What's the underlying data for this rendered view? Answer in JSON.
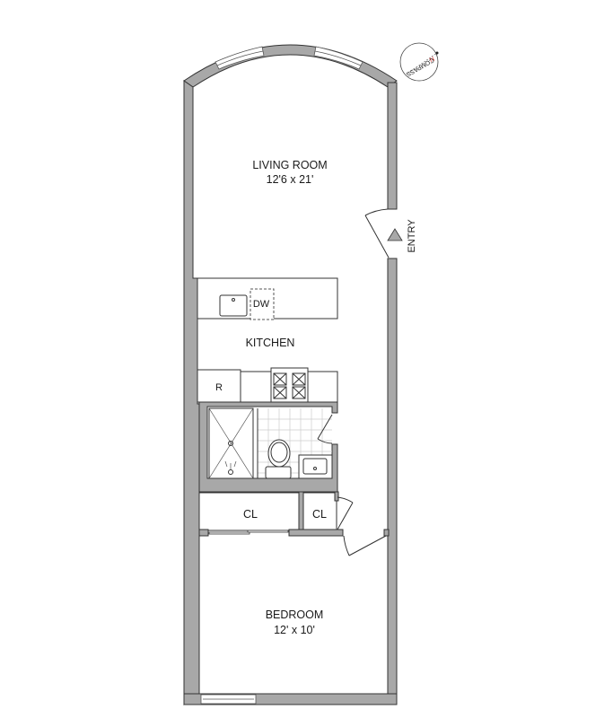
{
  "plan": {
    "rooms": [
      {
        "name": "LIVING ROOM",
        "size": "12'6 x 21'"
      },
      {
        "name": "KITCHEN"
      },
      {
        "name": "BEDROOM",
        "size": "12' x 10'"
      }
    ],
    "fixtures": {
      "dishwasher": "DW",
      "refrigerator": "R",
      "closet_1": "CL",
      "closet_2": "CL"
    },
    "entry_label": "ENTRY",
    "compass": {
      "label": "COMPASS",
      "north": "N",
      "north_color": "#e0302a"
    },
    "wall_color": "#a8a8a8"
  }
}
